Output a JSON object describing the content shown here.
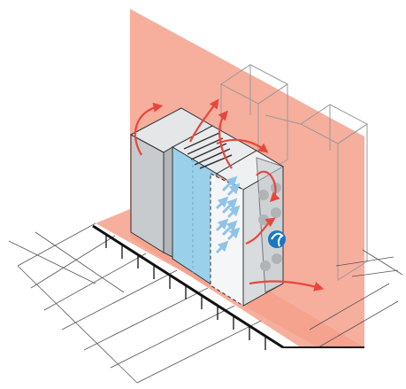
{
  "diagram": {
    "colors": {
      "partition": "#f4a08c",
      "partition_edge": "#e3826b",
      "airflow": "#e9473b",
      "cold_air": "#8fc3e8",
      "cold_panel": "#9bd0ea",
      "cabinet_light": "#e9ebed",
      "cabinet_mid": "#cfd3d6",
      "cabinet_dark": "#b6babd",
      "outline": "#333333",
      "floor_grid": "#444444",
      "badge": "#1a78c2"
    },
    "icons": [
      "fan-vent-icon",
      "brand-logo-icon"
    ],
    "cooling_unit_fans": 6,
    "hot_air_arrows": 6,
    "cold_air_arrows": 9
  }
}
